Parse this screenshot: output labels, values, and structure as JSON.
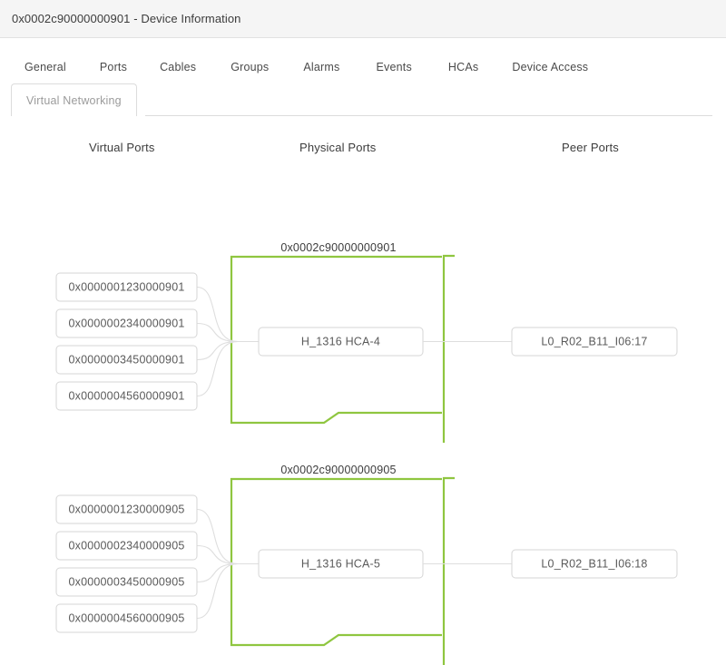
{
  "window": {
    "title": "0x0002c90000000901 - Device Information"
  },
  "tabs": {
    "row1": [
      {
        "label": "General",
        "active": false
      },
      {
        "label": "Ports",
        "active": false
      },
      {
        "label": "Cables",
        "active": false
      },
      {
        "label": "Groups",
        "active": false
      },
      {
        "label": "Alarms",
        "active": false
      },
      {
        "label": "Events",
        "active": false
      },
      {
        "label": "HCAs",
        "active": false
      },
      {
        "label": "Device Access",
        "active": false
      }
    ],
    "active_tab": "Virtual Networking"
  },
  "columns": {
    "virtual": "Virtual Ports",
    "physical": "Physical Ports",
    "peer": "Peer Ports"
  },
  "colors": {
    "group_outline": "#8fc640",
    "node_border": "#d6d6d6",
    "link": "#dedede",
    "header_bg": "#f5f5f5",
    "text": "#444444"
  },
  "groups": [
    {
      "label": "0x0002c90000000901",
      "virtual_ports": [
        "0x0000001230000901",
        "0x0000002340000901",
        "0x0000003450000901",
        "0x0000004560000901"
      ],
      "physical_port": "H_1316 HCA-4",
      "peer_port": "L0_R02_B11_I06:17"
    },
    {
      "label": "0x0002c90000000905",
      "virtual_ports": [
        "0x0000001230000905",
        "0x0000002340000905",
        "0x0000003450000905",
        "0x0000004560000905"
      ],
      "physical_port": "H_1316 HCA-5",
      "peer_port": "L0_R02_B11_I06:18"
    }
  ]
}
